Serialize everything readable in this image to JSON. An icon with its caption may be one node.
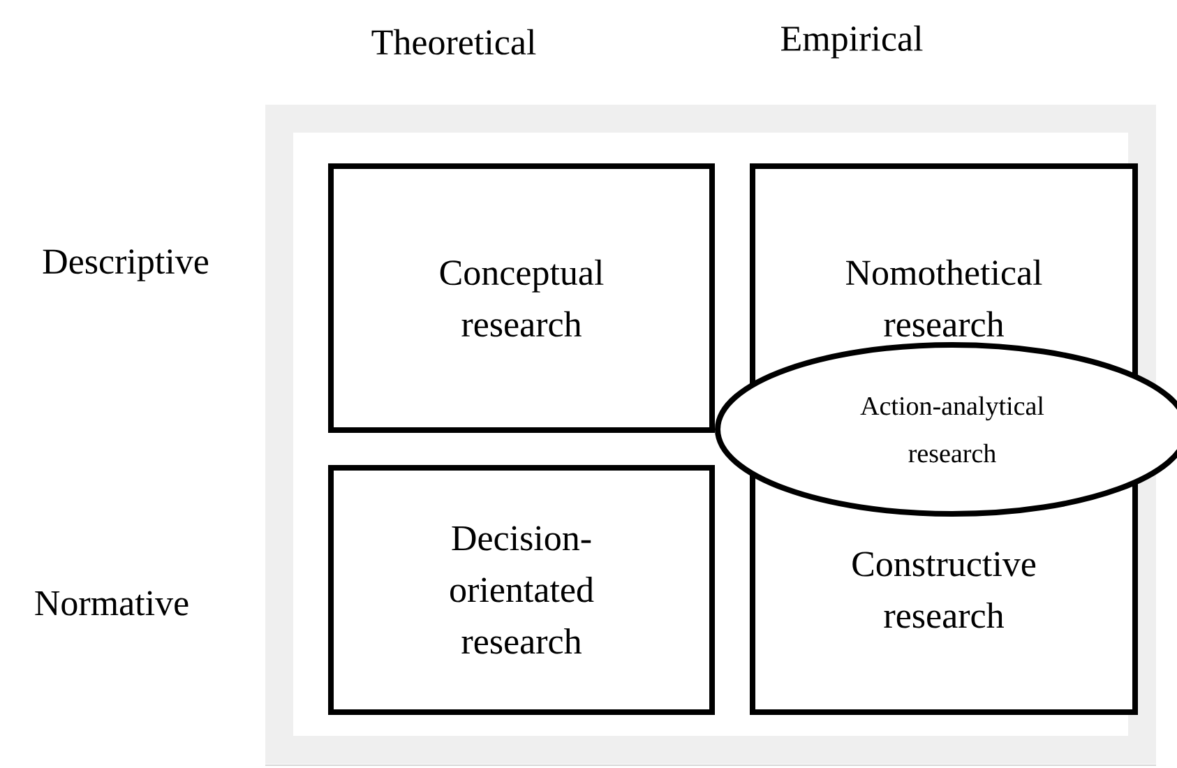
{
  "diagram": {
    "nodes": [
      {
        "text": [
          "Conceptual research"
        ]
      },
      {
        "text": [
          "Nomothetical research"
        ]
      },
      {
        "text": [
          "Action-analytical research"
        ]
      },
      {
        "text": [
          "Decision-orientated research"
        ]
      },
      {
        "text": [
          "Constructive research"
        ]
      }
    ],
    "edges": [],
    "labels": [
      "Theoretical",
      "Empirical",
      "Descriptive",
      "Normative"
    ]
  }
}
